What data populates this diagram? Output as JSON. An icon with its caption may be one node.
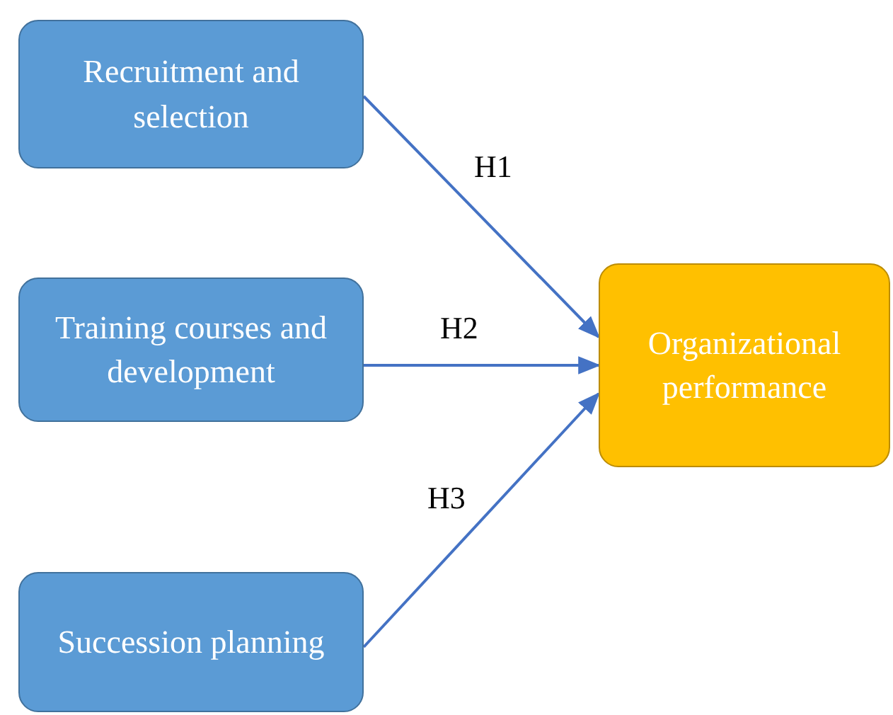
{
  "diagram": {
    "nodes": [
      {
        "text": [
          "Recruitment and selection"
        ]
      },
      {
        "text": [
          "Training courses and development"
        ]
      },
      {
        "text": [
          "Succession planning"
        ]
      },
      {
        "text": [
          "Organizational performance"
        ]
      }
    ],
    "edges": [
      {
        "from": 0,
        "to": 3,
        "arrow": "to",
        "label": "H1"
      },
      {
        "from": 1,
        "to": 3,
        "arrow": "to",
        "label": "H2"
      },
      {
        "from": 2,
        "to": 3,
        "arrow": "to",
        "label": "H3"
      }
    ]
  }
}
